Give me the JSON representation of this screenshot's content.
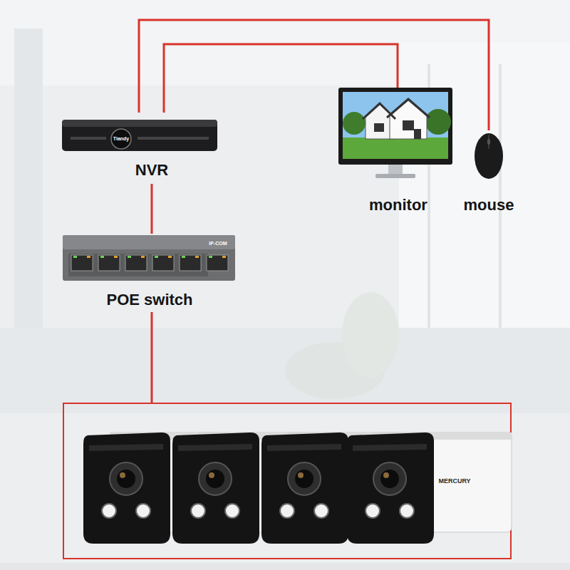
{
  "diagram": {
    "nodes": [
      {
        "text": [
          "Tiandy",
          "NVR"
        ]
      },
      {
        "text": [
          "monitor"
        ]
      },
      {
        "text": [
          "mouse"
        ]
      },
      {
        "text": [
          "IP-COM",
          "POE switch"
        ]
      },
      {
        "text": [
          "MERCURY"
        ]
      }
    ],
    "edges": [
      {
        "from": 0,
        "to": 1,
        "arrow": "none"
      },
      {
        "from": 0,
        "to": 2,
        "arrow": "none"
      },
      {
        "from": 0,
        "to": 3,
        "arrow": "none"
      },
      {
        "from": 3,
        "to": 4,
        "arrow": "none"
      }
    ]
  }
}
